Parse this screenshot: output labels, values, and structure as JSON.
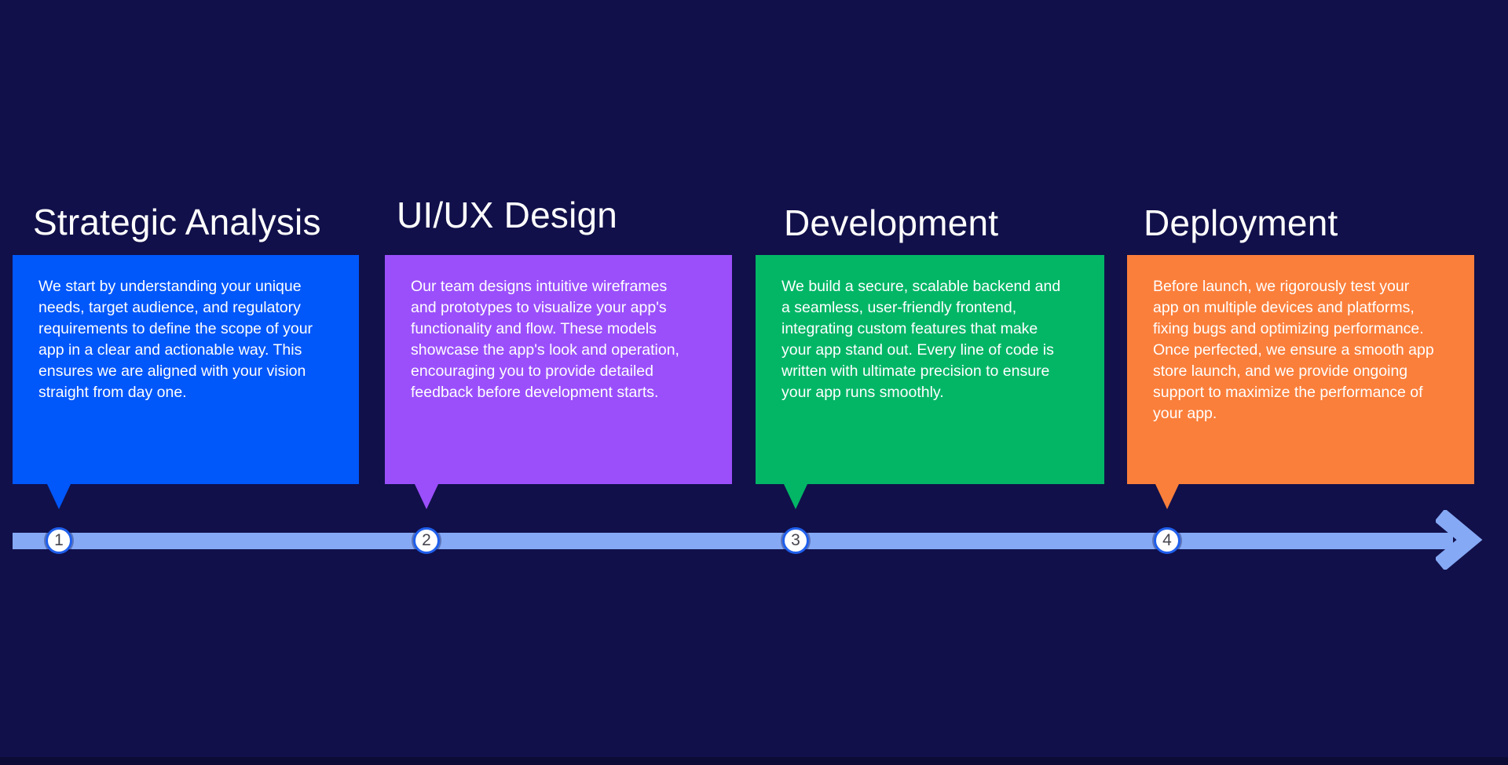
{
  "page": {
    "background": "#11104A",
    "footer_strip_color": "#0C0B36"
  },
  "timeline": {
    "bar_color": "#85A9F5",
    "arrow_color": "#85A9F5",
    "marker_fill": "#FFFFFF",
    "marker_ring_color": "#1F5FEC",
    "marker_number_color": "#45454F"
  },
  "steps": [
    {
      "number": "1",
      "title": "Strategic Analysis",
      "description": "We start by understanding your unique needs, target audience, and regulatory requirements to define the scope of your app in a clear and actionable way. This ensures we are aligned with your vision straight from day one.",
      "color": "#0057FA"
    },
    {
      "number": "2",
      "title": "UI/UX Design",
      "description": "Our team designs intuitive wireframes and prototypes to visualize your app's functionality and flow. These models showcase the app's look and operation, encouraging you to provide detailed feedback before development starts.",
      "color": "#9B4FFB"
    },
    {
      "number": "3",
      "title": "Development",
      "description": "We build a secure, scalable backend and a seamless, user-friendly frontend, integrating custom features that make your app stand out. Every line of code is written with ultimate precision to ensure your app runs smoothly.",
      "color": "#02B666"
    },
    {
      "number": "4",
      "title": "Deployment",
      "description": "Before launch, we rigorously test your app on multiple devices and platforms, fixing bugs and optimizing performance. Once perfected, we ensure a smooth app store launch, and we provide ongoing support to maximize the performance of your app.",
      "color": "#FA7F3B"
    }
  ]
}
